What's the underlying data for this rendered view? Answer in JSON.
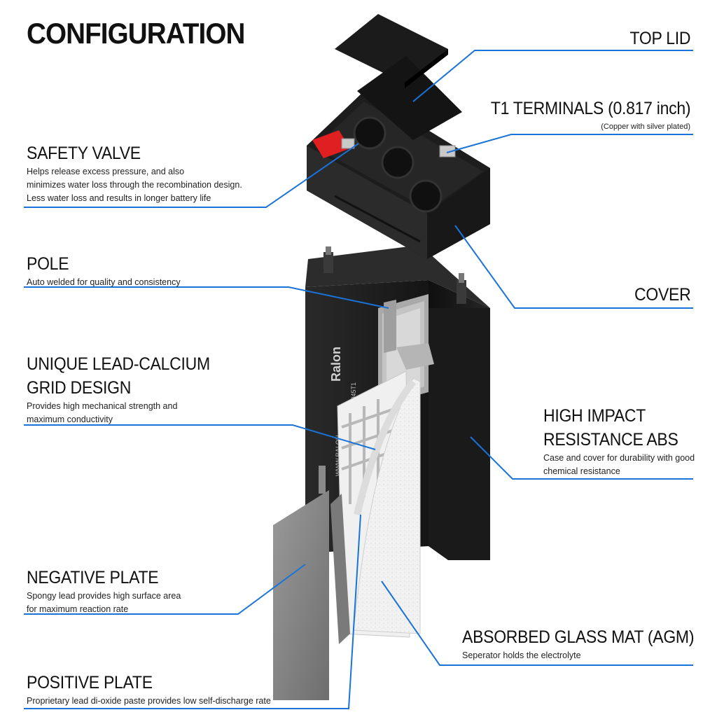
{
  "title": "CONFIGURATION",
  "callouts": {
    "top_lid": {
      "title": "TOP LID"
    },
    "terminals": {
      "title": "T1 TERMINALS (0.817 inch)",
      "subtitle": "(Copper with silver plated)"
    },
    "cover": {
      "title": "COVER"
    },
    "abs": {
      "title_line1": "HIGH IMPACT",
      "title_line2": "RESISTANCE ABS",
      "desc_line1": "Case and cover for durability with good",
      "desc_line2": "chemical resistance"
    },
    "agm": {
      "title": "ABSORBED GLASS MAT (AGM)",
      "desc": "Seperator holds the electrolyte"
    },
    "safety_valve": {
      "title": "SAFETY VALVE",
      "desc_line1": "Helps release excess pressure, and also",
      "desc_line2": "minimizes water loss through the recombination design.",
      "desc_line3": "Less water loss and results in longer battery life"
    },
    "pole": {
      "title": "POLE",
      "desc": "Auto welded for quality and consistency"
    },
    "grid": {
      "title_line1": "UNIQUE LEAD-CALCIUM",
      "title_line2": "GRID DESIGN",
      "desc_line1": "Provides high mechanical strength and",
      "desc_line2": "maximum conductivity"
    },
    "negative_plate": {
      "title": "NEGATIVE PLATE",
      "desc_line1": "Spongy lead provides high surface area",
      "desc_line2": "for maximum reaction rate"
    },
    "positive_plate": {
      "title": "POSITIVE PLATE",
      "desc": "Proprietary lead di-oxide paste provides low self-discharge rate"
    }
  },
  "battery_label": {
    "brand": "Ralon",
    "model": "RG06045T1",
    "website": "WWW.RALON"
  },
  "colors": {
    "leader_line": "#1a73d9",
    "battery_body": "#1c1c1c",
    "valve_cap": "#e02020",
    "text": "#111111"
  }
}
